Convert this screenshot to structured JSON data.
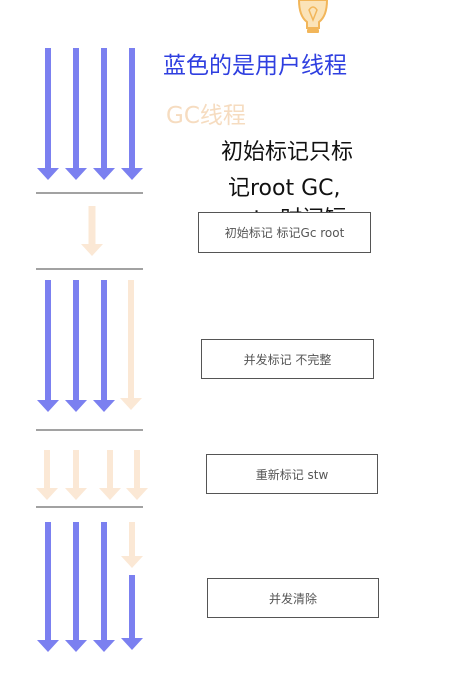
{
  "legend": {
    "user_thread_label": "蓝色的是用户线程",
    "gc_thread_label": "GC线程"
  },
  "note": {
    "line1": "初始标记只标",
    "line2": "记root GC,",
    "line3": "stw时间短"
  },
  "phases": [
    {
      "name": "initial-mark",
      "label": "初始标记  标记Gc  root"
    },
    {
      "name": "concurrent-mark",
      "label": "并发标记   不完整"
    },
    {
      "name": "remark",
      "label": "重新标记  stw"
    },
    {
      "name": "concurrent-sweep",
      "label": "并发清除"
    }
  ],
  "colors": {
    "user_thread": "#7b80f0",
    "gc_thread": "#fbe8d5",
    "legend_user_text": "#2f3fe0",
    "legend_gc_text": "#f6dcc0",
    "separator": "#444444"
  },
  "icons": {
    "top_icon": "lightbulb-icon"
  }
}
